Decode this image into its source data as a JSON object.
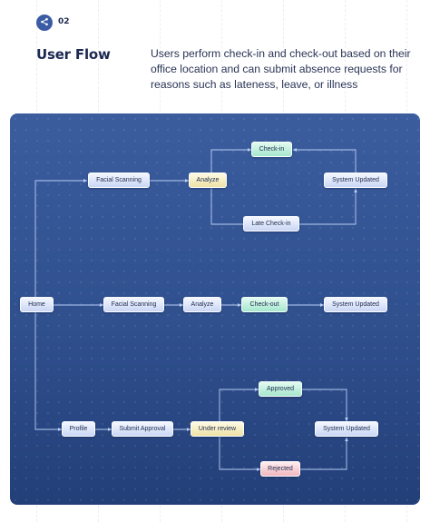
{
  "header": {
    "section_number": "02",
    "title": "User Flow",
    "description": "Users perform check-in and check-out based on their office location and can submit absence requests for reasons such as lateness, leave, or illness",
    "badge_icon": "share-icon",
    "accent_color": "#3b5ca5"
  },
  "diagram": {
    "colors": {
      "panel": "#2f4f8d",
      "connector": "#b9cdf5",
      "node_default": "#d6e2fb",
      "node_green": "#b8ecd6",
      "node_yellow": "#f3ebbd",
      "node_pink": "#f4c3ca"
    },
    "nodes": {
      "check_in": "Check-in",
      "facial_scanning_top": "Facial Scanning",
      "analyze_top": "Analyze",
      "system_updated_top": "System Updated",
      "late_check_in": "Late Check-in",
      "home": "Home",
      "facial_scanning_mid": "Facial Scanning",
      "analyze_mid": "Analyze",
      "check_out": "Check-out",
      "system_updated_mid": "System Updated",
      "approved": "Approved",
      "profile": "Profile",
      "submit_approval": "Submit Approval",
      "under_review": "Under review",
      "system_updated_bottom": "System Updated",
      "rejected": "Rejected"
    }
  }
}
